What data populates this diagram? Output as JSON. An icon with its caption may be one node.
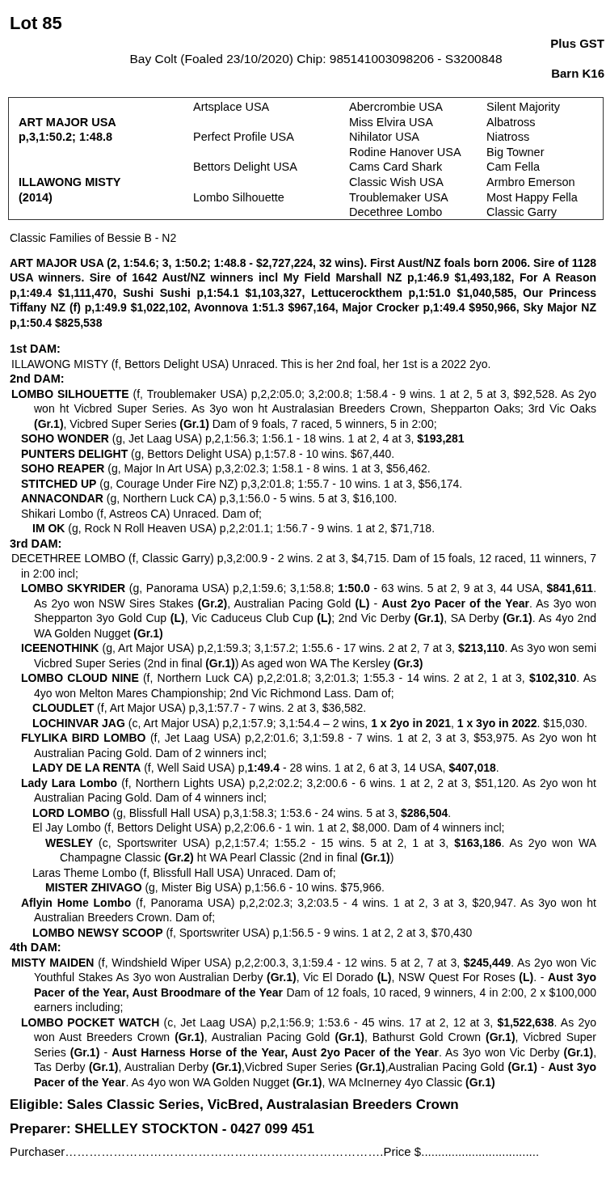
{
  "diagram": {
    "labels": [
      "Lot 85",
      "Plus GST",
      "Bay Colt (Foaled 23/10/2020) Chip: 985141003098206 - S3200848",
      "Barn K16",
      "Artsplace USA",
      "Abercrombie USA",
      "Silent Majority",
      "ART MAJOR USA",
      "Miss Elvira USA",
      "Albatross",
      "p,3,1:50.2; 1:48.8",
      "Perfect Profile USA",
      "Nihilator USA",
      "Niatross",
      "Rodine Hanover USA",
      "Big Towner",
      "Bettors Delight USA",
      "Cams Card Shark",
      "Cam Fella",
      "ILLAWONG MISTY",
      "Classic Wish USA",
      "Armbro Emerson",
      "(2014)",
      "Lombo Silhouette",
      "Troublemaker USA",
      "Most Happy Fella",
      "Decethree Lombo",
      "Classic Garry",
      "Classic Families of Bessie B - N2",
      "ART MAJOR USA (2, 1:54.6; 3, 1:50.2; 1:48.8 - $2,727,224, 32 wins). First Aust/NZ foals born 2006. Sire of 1128 USA winners. Sire of 1642 Aust/NZ winners incl My Field Marshall NZ p,1:46.9 $1,493,182, For A Reason p,1:49.4 $1,111,470, Sushi Sushi p,1:54.1 $1,103,327, Lettucerockthem p,1:51.0 $1,040,585, Our Princess Tiffany NZ (f) p,1:49.9 $1,022,102, Avonnova 1:51.3 $967,164, Major Crocker p,1:49.4 $950,966, Sky Major NZ p,1:50.4 $825,538",
      "1st DAM:",
      "ILLAWONG MISTY (f, Bettors Delight USA) Unraced. This is her 2nd foal, her 1st is a 2022 2yo.",
      "2nd DAM:",
      "**LOMBO SILHOUETTE** (f, Troublemaker USA) p,2,2:05.0; 3,2:00.8; 1:58.4 - 9 wins. 1 at 2, 5 at 3, $92,528. As 2yo won ht Vicbred Super Series. As 3yo won ht Australasian Breeders Crown, Shepparton Oaks; 3rd Vic Oaks **(Gr.1)**, Vicbred Super Series **(Gr.1)** Dam of 9 foals, 7 raced, 5 winners, 5 in 2:00;",
      "**SOHO WONDER** (g, Jet Laag USA) p,2,1:56.3; 1:56.1 - 18 wins. 1 at 2, 4 at 3, **$193,281**",
      "**PUNTERS DELIGHT** (g, Bettors Delight USA) p,1:57.8 - 10 wins. $67,440.",
      "**SOHO REAPER** (g, Major In Art USA) p,3,2:02.3; 1:58.1 - 8 wins. 1 at 3, $56,462.",
      "**STITCHED UP** (g, Courage Under Fire NZ) p,3,2:01.8; 1:55.7 - 10 wins. 1 at 3, $56,174.",
      "**ANNACONDAR** (g, Northern Luck CA) p,3,1:56.0 - 5 wins. 5 at 3, $16,100.",
      "Shikari Lombo (f, Astreos CA) Unraced. Dam of;",
      "**IM OK** (g, Rock N Roll Heaven USA) p,2,2:01.1; 1:56.7 - 9 wins. 1 at 2, $71,718.",
      "3rd DAM:",
      "DECETHREE LOMBO (f, Classic Garry) p,3,2:00.9 - 2 wins. 2 at 3, $4,715. Dam of 15 foals, 12 raced, 11 winners, 7 in 2:00 incl;",
      "**LOMBO SKYRIDER** (g, Panorama USA) p,2,1:59.6; 3,1:58.8; **1:50.0** - 63 wins. 5 at 2, 9 at 3, 44 USA, **$841,611**. As 2yo won NSW Sires Stakes **(Gr.2)**, Australian Pacing Gold **(L)** - **Aust 2yo Pacer of the Year**. As 3yo won Shepparton 3yo Gold Cup **(L)**, Vic Caduceus Club Cup **(L)**; 2nd Vic Derby **(Gr.1)**, SA Derby **(Gr.1)**. As 4yo 2nd WA Golden Nugget **(Gr.1)**",
      "**ICEENOTHINK** (g, Art Major USA) p,2,1:59.3; 3,1:57.2; 1:55.6 - 17 wins. 2 at 2, 7 at 3, **$213,110**. As 3yo won semi Vicbred Super Series (2nd in final **(Gr.1)**) As aged won WA The Kersley **(Gr.3)**",
      "**LOMBO CLOUD NINE** (f, Northern Luck CA) p,2,2:01.8; 3,2:01.3; 1:55.3 - 14 wins. 2 at 2, 1 at 3, **$102,310**. As 4yo won Melton Mares Championship; 2nd Vic Richmond Lass. Dam of;",
      "**CLOUDLET** (f, Art Major USA) p,3,1:57.7 - 7 wins. 2 at 3, $36,582.",
      "**LOCHINVAR JAG** (c, Art Major USA) p,2,1:57.9; 3,1:54.4 – 2 wins, **1 x 2yo in 2021**, **1 x 3yo in 2022**. $15,030.",
      "**FLYLIKA BIRD LOMBO** (f, Jet Laag USA) p,2,2:01.6; 3,1:59.8 - 7 wins. 1 at 2, 3 at 3, $53,975. As 2yo won ht Australian Pacing Gold. Dam of 2 winners incl;",
      "**LADY DE LA RENTA** (f, Well Said USA) p,**1:49.4** - 28 wins. 1 at 2, 6 at 3, 14 USA, **$407,018**.",
      "**Lady Lara Lombo** (f, Northern Lights USA) p,2,2:02.2; 3,2:00.6 - 6 wins. 1 at 2, 2 at 3, $51,120. As 2yo won ht Australian Pacing Gold. Dam of 4 winners incl;",
      "**LORD LOMBO** (g, Blissfull Hall USA) p,3,1:58.3; 1:53.6 - 24 wins. 5 at 3, **$286,504**.",
      "El Jay Lombo (f, Bettors Delight USA) p,2,2:06.6 - 1 win. 1 at 2, $8,000. Dam of 4 winners incl;",
      "**WESLEY** (c, Sportswriter USA) p,2,1:57.4; 1:55.2 - 15 wins. 5 at 2, 1 at 3, **$163,186**. As 2yo won WA Champagne Classic **(Gr.2)** ht WA Pearl Classic (2nd in final **(Gr.1)**)",
      "Laras Theme Lombo (f, Blissfull Hall USA) Unraced. Dam of;",
      "**MISTER ZHIVAGO** (g, Mister Big USA) p,1:56.6 - 10 wins. $75,966.",
      "**Aflyin Home Lombo** (f, Panorama USA) p,2,2:02.3; 3,2:03.5 - 4 wins. 1 at 2, 3 at 3, $20,947. As 3yo won ht Australian Breeders Crown. Dam of;",
      "**LOMBO NEWSY SCOOP** (f, Sportswriter USA) p,1:56.5 - 9 wins. 1 at 2, 2 at 3, $70,430",
      "4th DAM:",
      "**MISTY MAIDEN** (f, Windshield Wiper USA) p,2,2:00.3, 3,1:59.4 - 12 wins. 5 at 2, 7 at 3, **$245,449**. As 2yo won Vic Youthful Stakes As 3yo won Australian Derby **(Gr.1)**, Vic El Dorado **(L)**, NSW Quest For Roses **(L)**. - **Aust 3yo Pacer of the Year, Aust Broodmare of the Year** Dam of 12 foals, 10 raced, 9 winners, 4 in 2:00, 2 x $100,000 earners including;",
      "**LOMBO POCKET WATCH** (c, Jet Laag USA) p,2,1:56.9; 1:53.6 - 45 wins. 17 at 2, 12 at 3, **$1,522,638**. As 2yo won Aust Breeders Crown **(Gr.1)**, Australian Pacing Gold **(Gr.1)**, Bathurst Gold Crown **(Gr.1)**, Vicbred Super Series **(Gr.1)** - **Aust Harness Horse of the Year, Aust 2yo Pacer of the Year**. As 3yo won Vic Derby **(Gr.1)**, Tas Derby **(Gr.1)**, Australian Derby **(Gr.1)**,Vicbred Super Series **(Gr.1)**,Australian Pacing Gold **(Gr.1)** - **Aust 3yo Pacer of the Year**. As 4yo won WA Golden Nugget **(Gr.1)**, WA McInerney 4yo Classic **(Gr.1)**",
      "Eligible: Sales Classic Series, VicBred, Australasian Breeders Crown",
      "Preparer: SHELLEY STOCKTON - 0427 099 451",
      "Purchaser…………………………………………………………………….Price $..................................."
    ]
  }
}
